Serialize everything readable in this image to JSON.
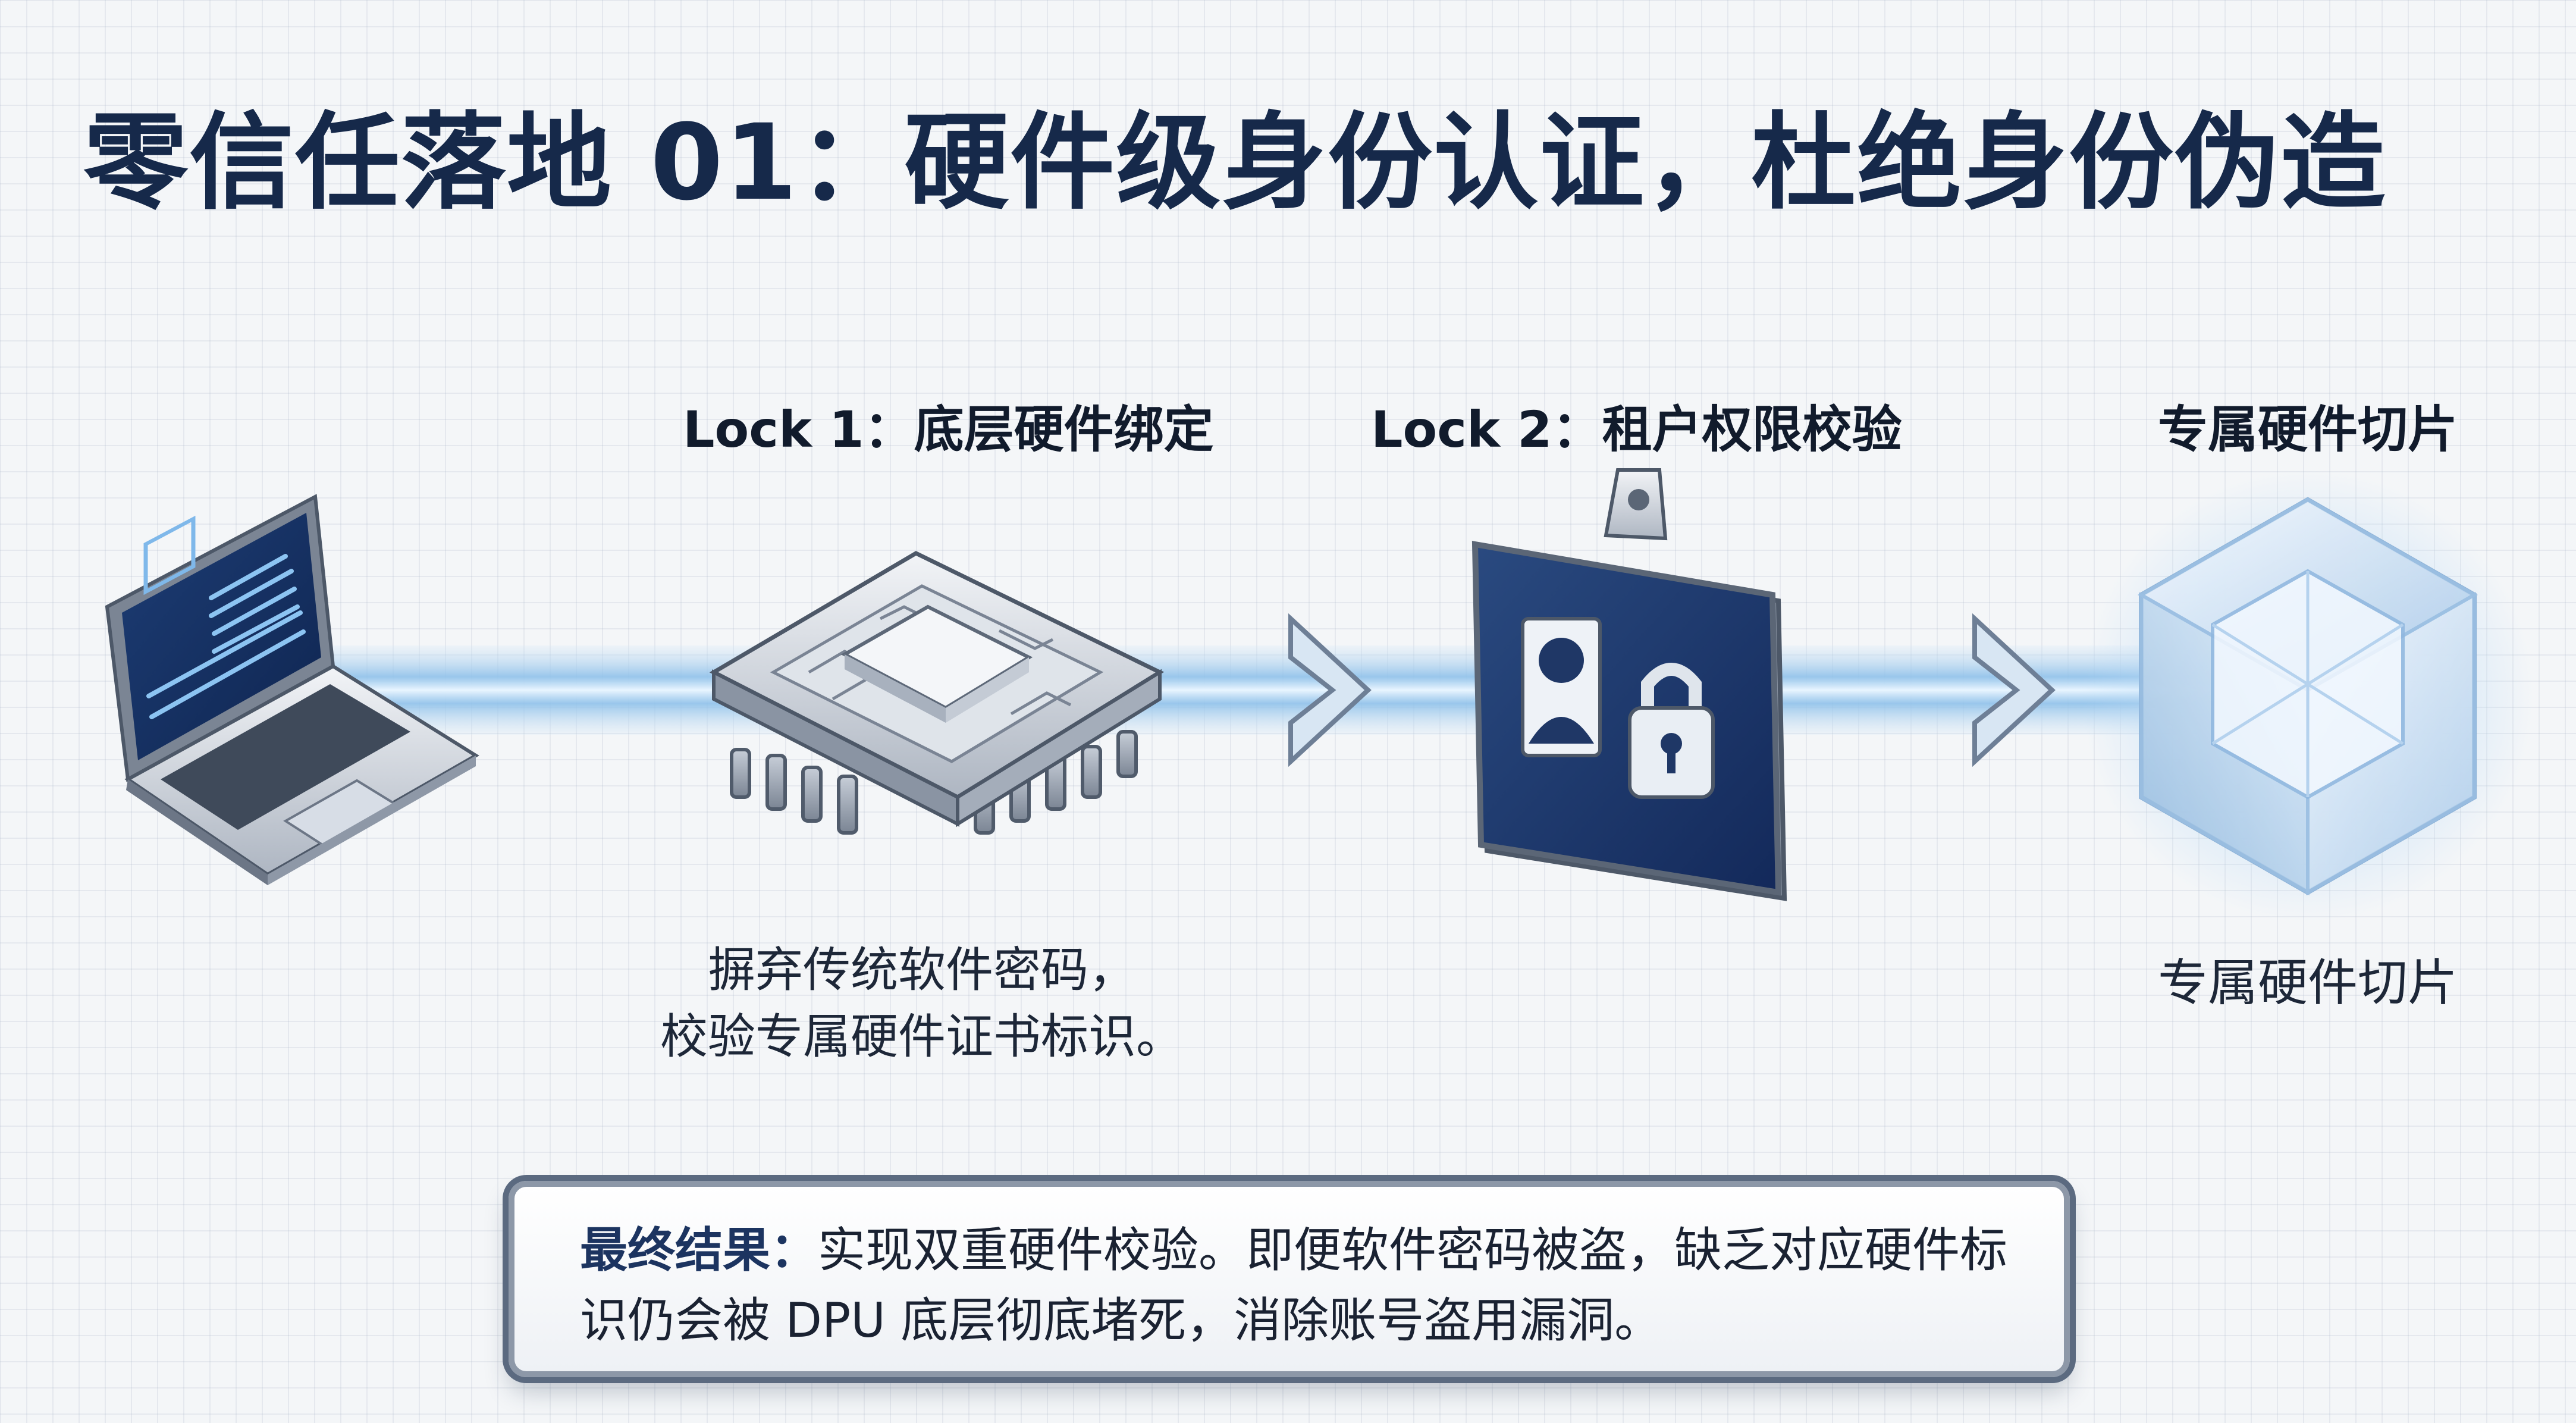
{
  "title": "零信任落地 01：硬件级身份认证，杜绝身份伪造",
  "steps": {
    "lock1": {
      "label": "Lock 1：底层硬件绑定",
      "desc_line1": "摒弃传统软件密码，",
      "desc_line2": "校验专属硬件证书标识。"
    },
    "lock2": {
      "label": "Lock 2：租户权限校验"
    },
    "slice": {
      "label_top": "专属硬件切片",
      "label_bottom": "专属硬件切片"
    }
  },
  "result": {
    "title": "最终结果：",
    "text": "实现双重硬件校验。即便软件密码被盗，缺乏对应硬件标识仍会被 DPU 底层彻底堵死，消除账号盗用漏洞。"
  },
  "icons": [
    "laptop-icon",
    "chip-icon",
    "id-badge-icon",
    "padlock-icon",
    "crystal-cube-icon"
  ],
  "colors": {
    "title": "#16294a",
    "accent_navy": "#1f3766",
    "beam": "#9cc6ea"
  }
}
